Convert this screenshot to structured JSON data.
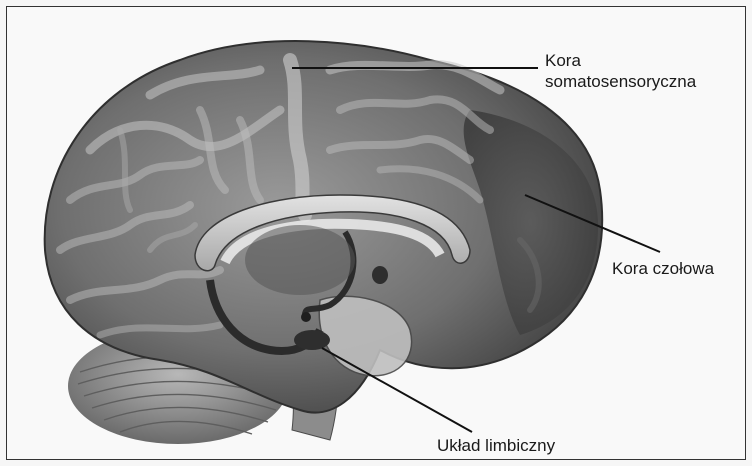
{
  "labels": {
    "somatosensory_line1": "Kora",
    "somatosensory_line2": "somatosensoryczna",
    "frontal": "Kora czołowa",
    "limbic": "Układ limbiczny"
  },
  "colors": {
    "cortex": "#7b7b7b",
    "cortex_dark": "#3a3a3a",
    "gyri_highlight": "#bdbdbd",
    "limbic": "#d2d2d2",
    "cerebellum": "#9a9a9a",
    "leader_line": "#111111"
  }
}
